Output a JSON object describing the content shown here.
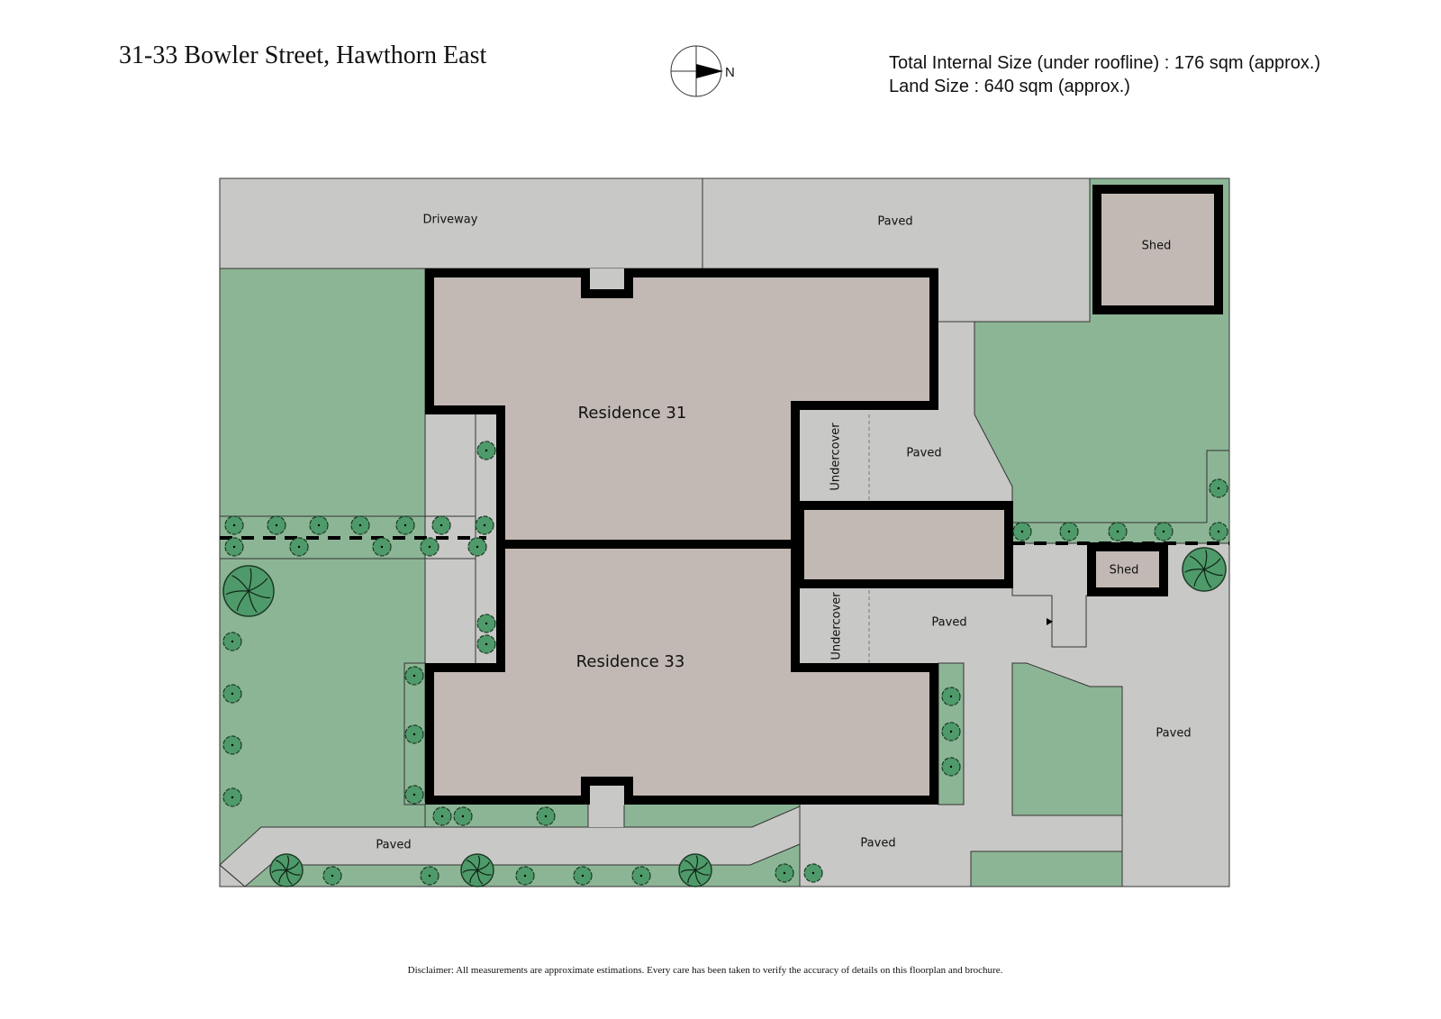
{
  "header": {
    "title": "31-33 Bowler Street, Hawthorn East",
    "compass_label": "N",
    "internal_size": "Total Internal Size (under roofline) :  176 sqm (approx.)",
    "land_size": "Land Size :  640 sqm (approx.)"
  },
  "plan": {
    "areas": {
      "driveway": "Driveway",
      "paved_top": "Paved",
      "shed_top": "Shed",
      "residence_31": "Residence 31",
      "residence_33": "Residence 33",
      "undercover_31": "Undercover",
      "paved_31": "Paved",
      "undercover_33": "Undercover",
      "paved_33": "Paved",
      "shed_small": "Shed",
      "paved_right": "Paved",
      "paved_bottom_left": "Paved",
      "paved_bottom_mid": "Paved"
    }
  },
  "colors": {
    "paved": "#c8c8c6",
    "garden": "#8cb596",
    "building": "#c2b9b4",
    "tree": "#4f9a6a",
    "wall": "#000000"
  },
  "footer": {
    "disclaimer": "Disclaimer: All measurements are approximate estimations. Every care has been taken to verify the accuracy of details on this floorplan and brochure."
  }
}
